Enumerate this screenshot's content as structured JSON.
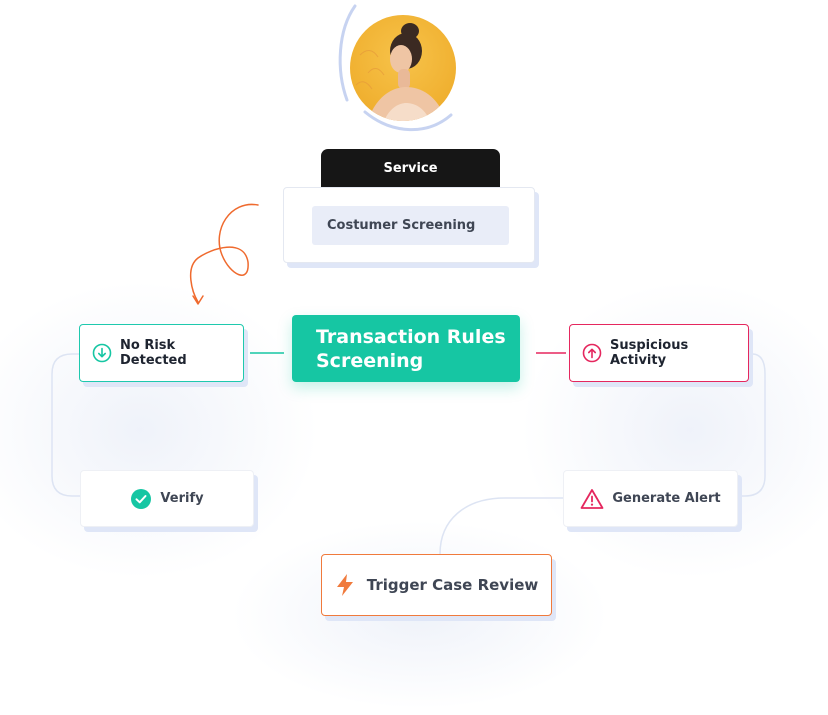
{
  "service": {
    "tab_label": "Service",
    "field_label": "Costumer Screening"
  },
  "nodes": {
    "transaction": "Transaction Rules Screening",
    "no_risk": "No Risk Detected",
    "suspicious": "Suspicious Activity",
    "verify": "Verify",
    "alert": "Generate Alert",
    "trigger": "Trigger Case Review"
  },
  "colors": {
    "teal": "#16c6a3",
    "red": "#e5275e",
    "orange": "#f07a3c",
    "dark": "#161616"
  },
  "icons": {
    "no_risk": "arrow-down-circle-icon",
    "suspicious": "arrow-up-circle-icon",
    "verify": "check-circle-icon",
    "alert": "warning-triangle-icon",
    "trigger": "lightning-bolt-icon"
  }
}
